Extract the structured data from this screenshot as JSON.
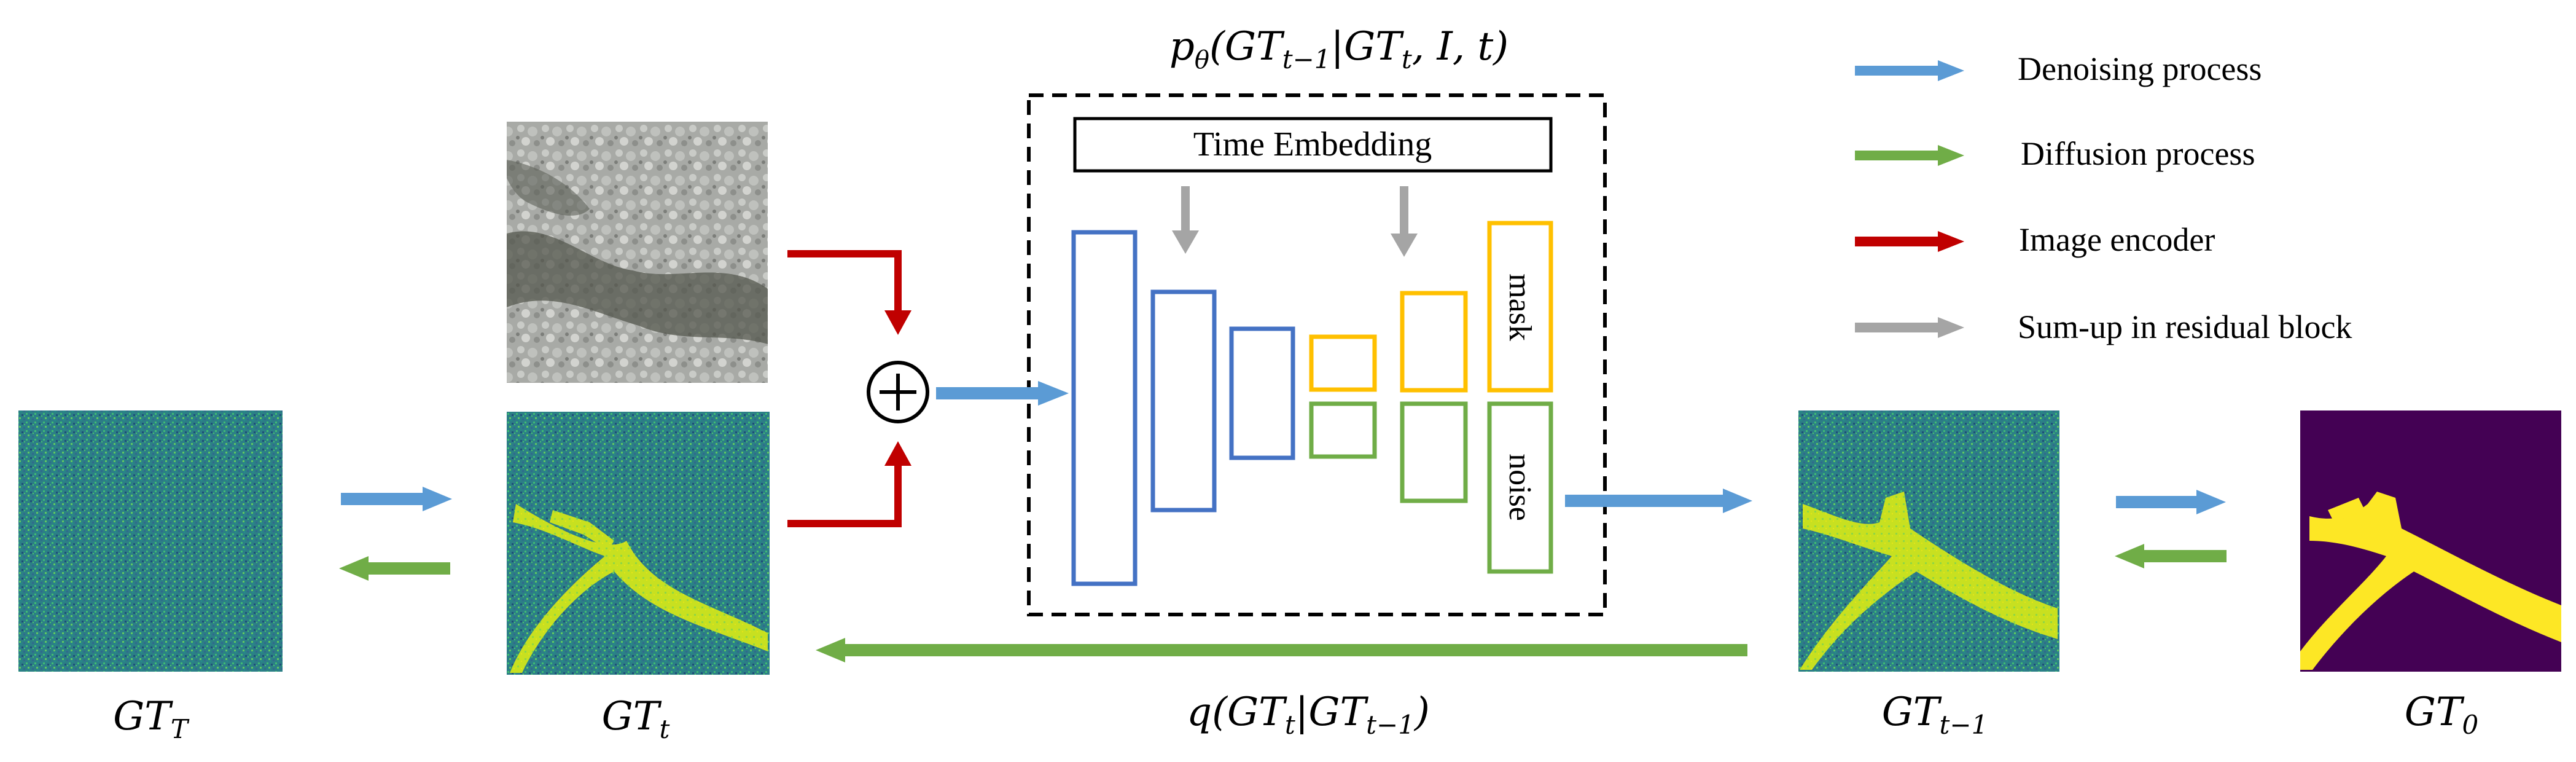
{
  "top_formula": {
    "p": "p",
    "theta": "θ",
    "paren_open": "(",
    "gt": "GT",
    "sub_t_minus_1": "t−1",
    "bar": "|",
    "gt2": "GT",
    "sub_t": "t",
    "rest": ", I, t)"
  },
  "bottom_formula": {
    "q": "q(",
    "gt": "GT",
    "sub_t": "t",
    "bar": "|",
    "gt2": "GT",
    "sub_t_minus_1": "t−1",
    "close": ")"
  },
  "time_embedding": "Time Embedding",
  "block_labels": {
    "mask": "mask",
    "noise": "noise"
  },
  "image_labels": {
    "gt_T": {
      "base": "GT",
      "sub": "T"
    },
    "gt_t": {
      "base": "GT",
      "sub": "t"
    },
    "gt_t_minus_1": {
      "base": "GT",
      "sub": "t−1"
    },
    "gt_0": {
      "base": "GT",
      "sub": "0"
    }
  },
  "legend": [
    {
      "label": "Denoising process",
      "color": "#5b9bd5"
    },
    {
      "label": "Diffusion process",
      "color": "#70ad47"
    },
    {
      "label": "Image encoder",
      "color": "#c00000"
    },
    {
      "label": "Sum-up in residual block",
      "color": "#a5a5a5"
    }
  ],
  "colors": {
    "denoise": "#5b9bd5",
    "diffuse": "#70ad47",
    "encoder": "#c00000",
    "residual": "#a5a5a5",
    "blue_block": "#4472c4",
    "yellow_block": "#ffc000",
    "green_block": "#70ad47",
    "noise_bg": "#2d8a82",
    "crack": "#d6e52a",
    "mask_bg": "#440154",
    "mask_fg": "#fde725"
  }
}
